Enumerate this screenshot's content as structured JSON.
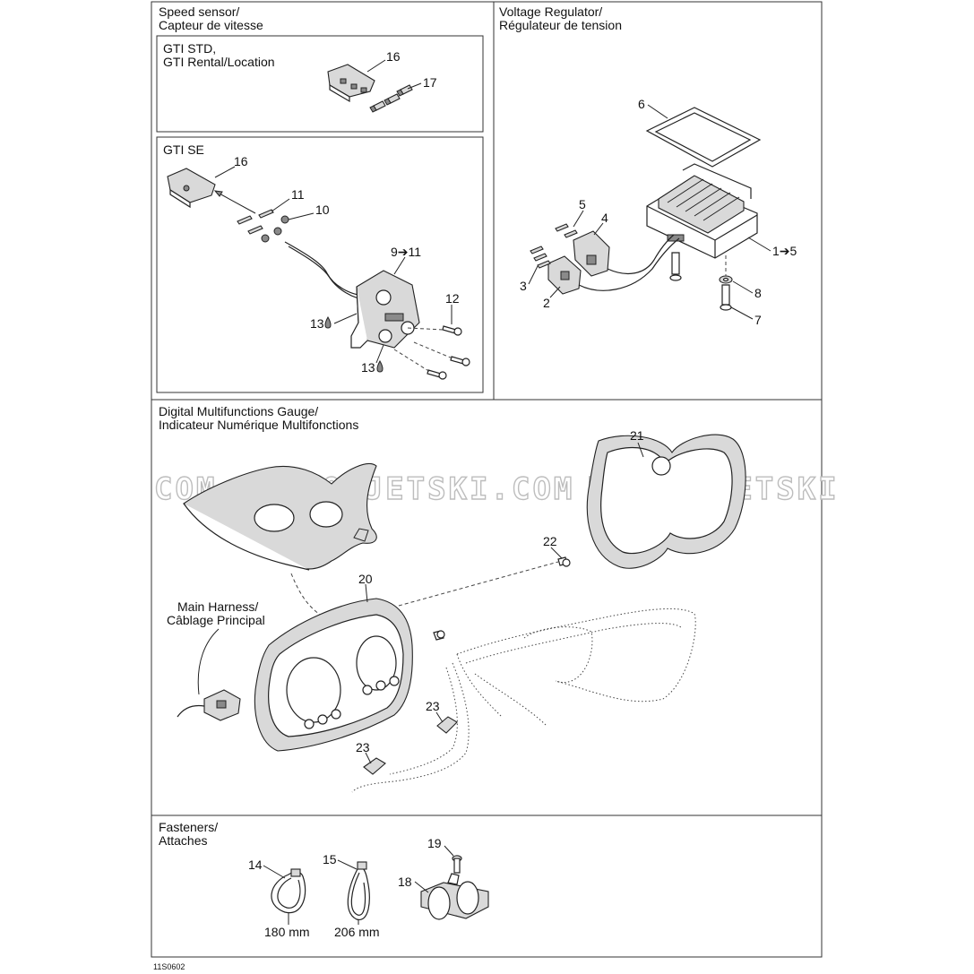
{
  "sections": {
    "speed_sensor": {
      "title_line1": "Speed sensor/",
      "title_line2": "Capteur de vitesse"
    },
    "gti_std": {
      "title_line1": "GTI STD,",
      "title_line2": "GTI Rental/Location"
    },
    "gti_se": {
      "title": "GTI SE"
    },
    "voltage_regulator": {
      "title_line1": "Voltage Regulator/",
      "title_line2": "Régulateur de tension"
    },
    "digital_gauge": {
      "title_line1": "Digital Multifunctions Gauge/",
      "title_line2": "Indicateur Numérique Multifonctions"
    },
    "fasteners": {
      "title_line1": "Fasteners/",
      "title_line2": "Attaches"
    }
  },
  "callouts": {
    "std_16": "16",
    "std_17": "17",
    "se_16": "16",
    "se_11": "11",
    "se_10": "10",
    "se_9_11": "9➔11",
    "se_12": "12",
    "se_13a": "13",
    "se_13b": "13",
    "vr_6": "6",
    "vr_5": "5",
    "vr_4": "4",
    "vr_3": "3",
    "vr_2": "2",
    "vr_1_5": "1➔5",
    "vr_8": "8",
    "vr_7": "7",
    "g_21": "21",
    "g_22": "22",
    "g_20": "20",
    "g_23a": "23",
    "g_23b": "23",
    "f_19": "19",
    "f_14": "14",
    "f_15": "15",
    "f_18": "18"
  },
  "harness_label": {
    "line1": "Main Harness/",
    "line2": "Câblage Principal"
  },
  "tie_lengths": {
    "tie_14": "180 mm",
    "tie_15": "206 mm"
  },
  "watermarks": {
    "left": "COM PROMO-JETSKI.COM",
    "right": "PROMO-JETSKI"
  },
  "drawing_code": "11S0602"
}
